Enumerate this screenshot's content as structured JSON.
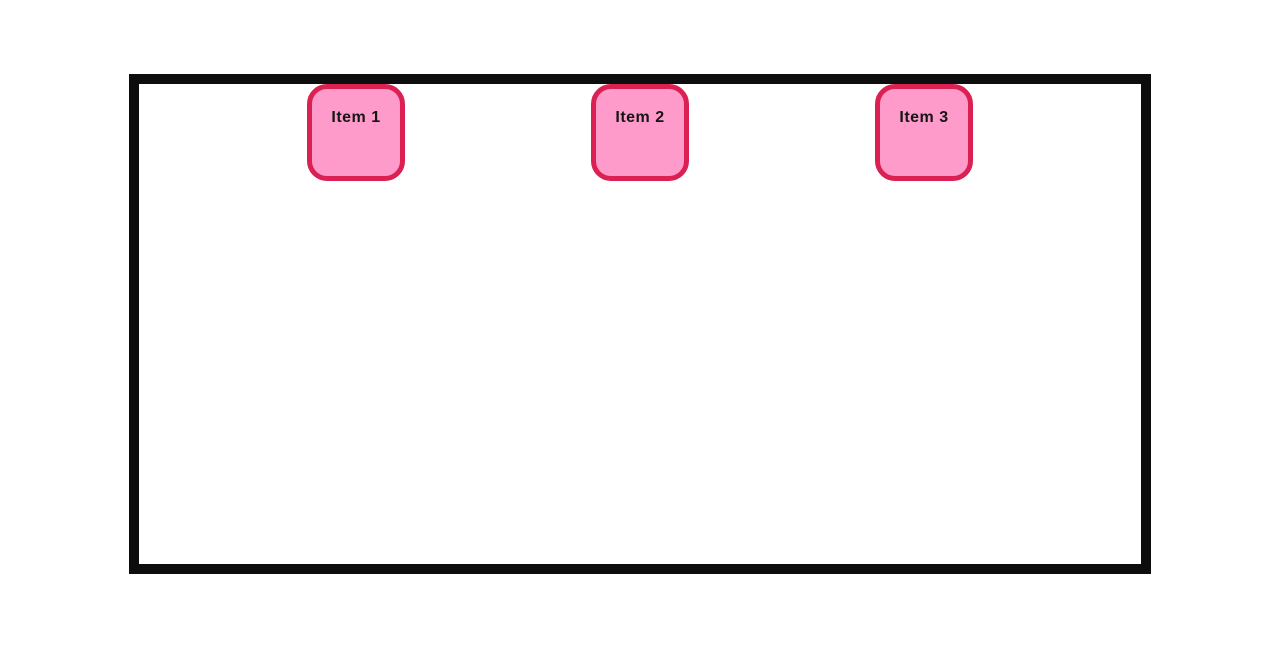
{
  "container": {
    "name": "items-drop-container"
  },
  "items": [
    {
      "label": "Item 1"
    },
    {
      "label": "Item 2"
    },
    {
      "label": "Item 3"
    }
  ],
  "colors": {
    "item_fill": "#ff9bcb",
    "item_border": "#db2153",
    "container_border": "#0d0d0d",
    "item_text": "#151515",
    "page_background": "#ffffff"
  }
}
